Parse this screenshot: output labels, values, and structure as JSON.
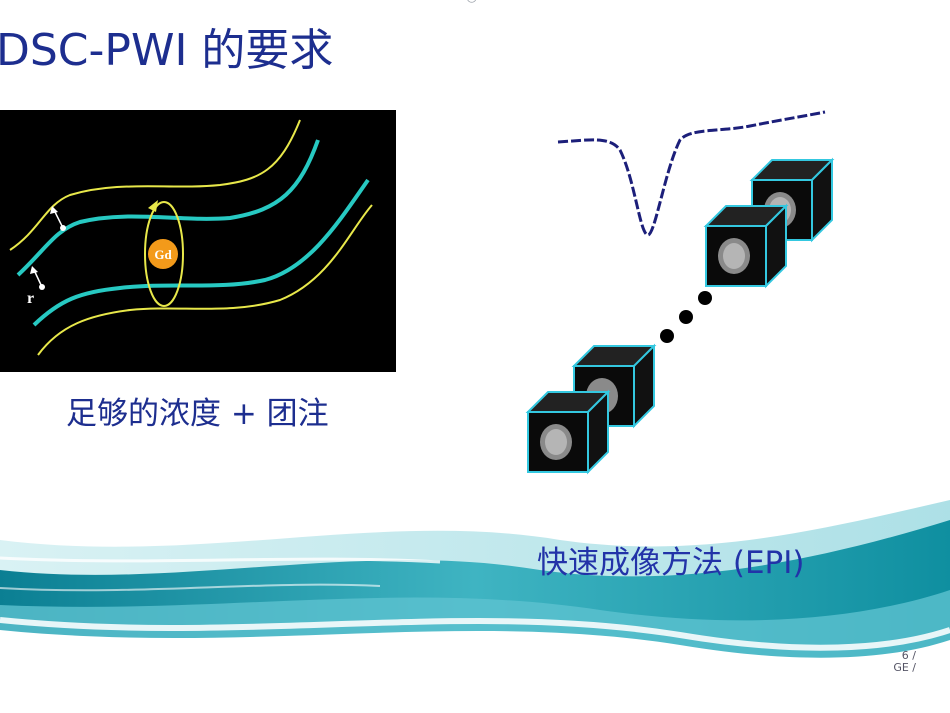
{
  "slide": {
    "title": "DSC-PWI 的要求",
    "top_mark": "○",
    "vessel_figure": {
      "contrast_label": "Gd",
      "radius_label": "r"
    },
    "caption_left": "足够的浓度 + 团注",
    "caption_right": "快速成像方法 (EPI)",
    "page_number": "6 /",
    "footer_mark": "GE /"
  },
  "colors": {
    "title": "#1d2e8f",
    "vessel_wall": "#e8e84a",
    "vessel_flow": "#27c9c2",
    "contrast_bolus": "#f39a1a",
    "signal_curve": "#1c1f7a",
    "cube_edge": "#34c8e0",
    "wave_teal": "#0f8fa0"
  }
}
